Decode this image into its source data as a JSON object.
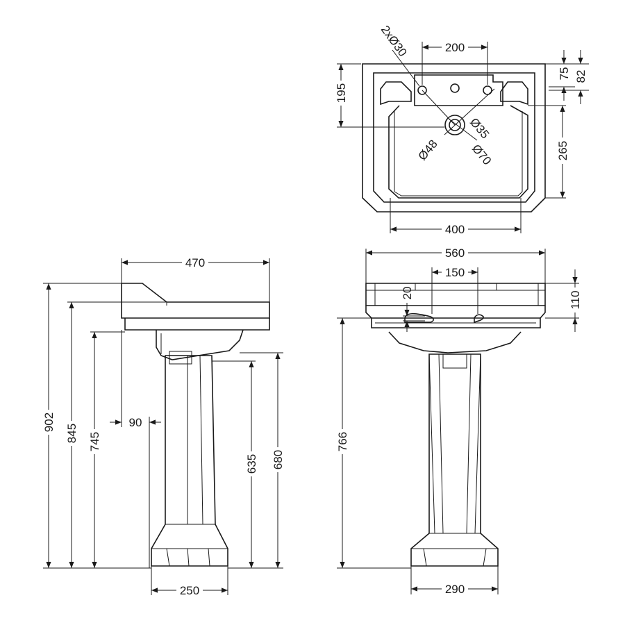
{
  "top_view": {
    "width_inner": "400",
    "tap_spacing": "200",
    "tap_holes": "2xØ30",
    "tap_hole_center": "Ø35",
    "waste_inner": "Ø48",
    "waste_outer": "Ø70",
    "back_depth": "195",
    "bowl_depth": "265",
    "deck_75": "75",
    "deck_82": "82"
  },
  "side_view": {
    "depth": "470",
    "overall_height": "902",
    "rim_height": "845",
    "underside_height": "745",
    "waste_offset": "90",
    "pedestal_635": "635",
    "pedestal_680": "680",
    "base_width": "250"
  },
  "front_view": {
    "width": "560",
    "tap_centres": "150",
    "rim_20": "20",
    "rim_110": "110",
    "pedestal_height": "766",
    "base_width": "290"
  }
}
